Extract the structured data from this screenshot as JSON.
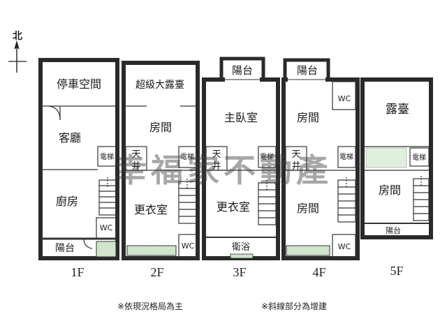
{
  "compass": {
    "label": "北"
  },
  "floors": {
    "f1": {
      "label": "1F",
      "rooms": {
        "parking": "停車空間",
        "living": "客廳",
        "kitchen": "廚房",
        "elevator": "電梯",
        "wc": "WC",
        "balcony": "陽台"
      }
    },
    "f2": {
      "label": "2F",
      "rooms": {
        "terrace": "超級大露臺",
        "bedroom": "房間",
        "courtyard": "天\n井",
        "elevator": "電梯",
        "closet": "更衣室",
        "wc": "WC"
      }
    },
    "f3": {
      "label": "3F",
      "rooms": {
        "balcony": "陽台",
        "master": "主臥室",
        "courtyard": "天\n井",
        "elevator": "電梯",
        "closet": "更衣室",
        "bath": "衛浴"
      }
    },
    "f4": {
      "label": "4F",
      "rooms": {
        "balcony": "陽台",
        "wc_top": "WC",
        "bedroom1": "房間",
        "courtyard": "天\n井",
        "elevator": "電梯",
        "bedroom2": "房間",
        "wc": "WC"
      }
    },
    "f5": {
      "label": "5F",
      "rooms": {
        "terrace": "露臺",
        "elevator": "電梯",
        "bedroom": "房間",
        "balcony": "陽台"
      }
    }
  },
  "notes": {
    "current_layout": "※依現況格局為主",
    "hatched": "※斜線部分為增建"
  },
  "watermark": "幸福家不動產",
  "colors": {
    "wall": "#2a2a2a",
    "line": "#333333",
    "wall_fill": "#ffffff",
    "highlight": "#dff0dc"
  }
}
